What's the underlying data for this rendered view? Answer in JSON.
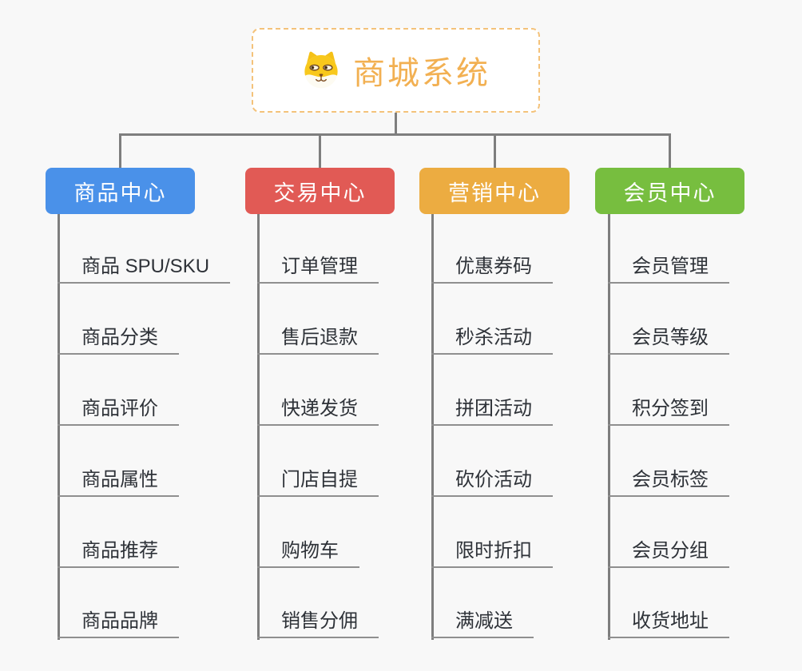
{
  "root": {
    "title": "商城系统",
    "icon": "dog-icon",
    "border_color": "#f4c27a",
    "text_color": "#f2b052"
  },
  "branches": [
    {
      "label": "商品中心",
      "color": "#4a91e9",
      "items": [
        "商品 SPU/SKU",
        "商品分类",
        "商品评价",
        "商品属性",
        "商品推荐",
        "商品品牌"
      ]
    },
    {
      "label": "交易中心",
      "color": "#e15a55",
      "items": [
        "订单管理",
        "售后退款",
        "快递发货",
        "门店自提",
        "购物车",
        "销售分佣"
      ]
    },
    {
      "label": "营销中心",
      "color": "#ecac41",
      "items": [
        "优惠券码",
        "秒杀活动",
        "拼团活动",
        "砍价活动",
        "限时折扣",
        "满减送"
      ]
    },
    {
      "label": "会员中心",
      "color": "#77be3f",
      "items": [
        "会员管理",
        "会员等级",
        "积分签到",
        "会员标签",
        "会员分组",
        "收货地址"
      ]
    }
  ],
  "palette": {
    "background": "#f8f8f8",
    "connector_line": "#7e7e7e",
    "leaf_underline": "#8f8f8f",
    "leaf_text": "#2e3238"
  }
}
